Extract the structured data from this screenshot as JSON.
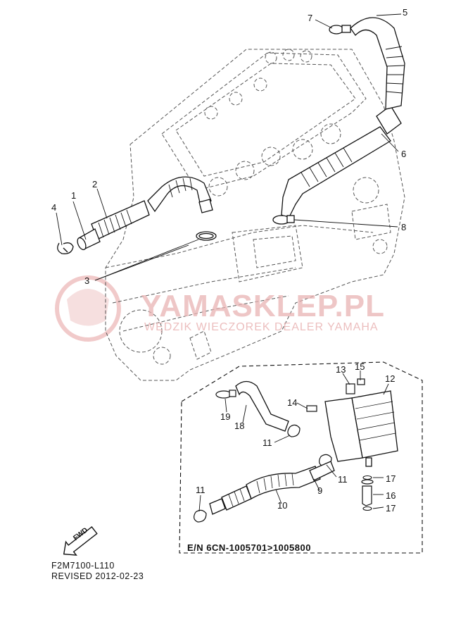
{
  "diagram": {
    "callouts": {
      "c1": "1",
      "c2": "2",
      "c3": "3",
      "c4": "4",
      "c5": "5",
      "c6": "6",
      "c7": "7",
      "c8": "8",
      "c9": "9",
      "c10": "10",
      "c11a": "11",
      "c11b": "11",
      "c11c": "11",
      "c12": "12",
      "c13": "13",
      "c14": "14",
      "c15": "15",
      "c16": "16",
      "c17a": "17",
      "c17b": "17",
      "c18": "18",
      "c19": "19"
    },
    "watermark": {
      "main": "YAMASKLEP.PL",
      "sub": "WĘDZIK WIECZOREK DEALER YAMAHA"
    },
    "serial_range": "E/N 6CN-1005701>1005800",
    "fwd_label": "FWD",
    "footer": {
      "code": "F2M7100-L110",
      "revised": "REVISED 2012-02-23"
    }
  }
}
